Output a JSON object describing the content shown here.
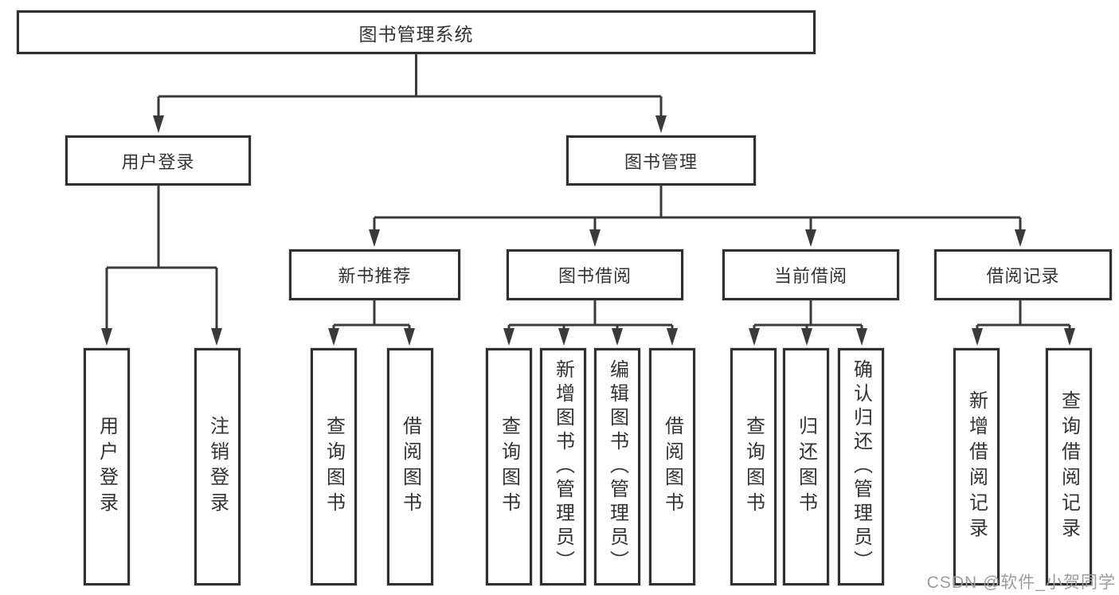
{
  "tree": {
    "root": "图书管理系统",
    "branches": [
      {
        "label": "用户登录",
        "children": [
          "用户登录",
          "注销登录"
        ]
      },
      {
        "label": "图书管理",
        "sections": [
          {
            "label": "新书推荐",
            "children": [
              "查询图书",
              "借阅图书"
            ]
          },
          {
            "label": "图书借阅",
            "children": [
              "查询图书",
              "新增图书（管理员）",
              "编辑图书（管理员）",
              "借阅图书"
            ]
          },
          {
            "label": "当前借阅",
            "children": [
              "查询图书",
              "归还图书",
              "确认归还（管理员）"
            ]
          },
          {
            "label": "借阅记录",
            "children": [
              "新增借阅记录",
              "查询借阅记录"
            ]
          }
        ]
      }
    ]
  },
  "watermark": "CSDN @软件_小贺同学",
  "colors": {
    "line": "#3a3a3a",
    "box_border": "#2f2f2f",
    "text": "#333333",
    "watermark": "#9c9c9c",
    "background": "#ffffff"
  }
}
